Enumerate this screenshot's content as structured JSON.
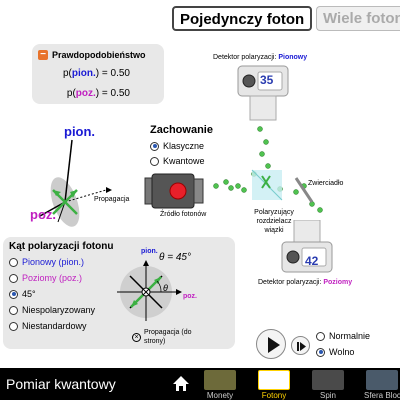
{
  "tabs": {
    "active": "Pojedynczy foton",
    "inactive": "Wiele fotonów"
  },
  "probability": {
    "header": "Prawdopodobieństwo",
    "vertical_prefix": "p(",
    "vertical_label": "pion.",
    "vertical_suffix": ") = 0.50",
    "horizontal_prefix": "p(",
    "horizontal_label": "poz.",
    "horizontal_suffix": ") = 0.50"
  },
  "axes": {
    "vertical": "pion.",
    "horizontal": "poz.",
    "propagation": "Propagacja"
  },
  "behavior": {
    "title": "Zachowanie",
    "options": [
      "Klasyczne",
      "Kwantowe"
    ],
    "selected": "Klasyczne"
  },
  "detector_top": {
    "label_prefix": "Detektor polaryzacji: ",
    "label_value": "Pionowy",
    "count": "35"
  },
  "detector_bottom": {
    "label_prefix": "Detektor polaryzacji: ",
    "label_value": "Poziomy",
    "count": "42"
  },
  "source_label": "Źródło fotonów",
  "splitter_label": "Polaryzujący rozdzielacz wiązki",
  "mirror_label": "Zwierciadło",
  "angle": {
    "title": "Kąt polaryzacji fotonu",
    "options": [
      "Pionowy (pion.)",
      "Poziomy (poz.)",
      "45°",
      "Niespolaryzowany",
      "Niestandardowy"
    ],
    "selected": "45°",
    "theta_readout": "θ = 45°",
    "theta": "θ",
    "diag_vertical": "pion.",
    "diag_horizontal": "poz.",
    "propagation": "Propagacja (do strony)"
  },
  "speed": {
    "options": [
      "Normalnie",
      "Wolno"
    ],
    "selected": "Wolno"
  },
  "app_title": "Pomiar kwantowy",
  "bottom_tabs": [
    "Monety",
    "Fotony",
    "Spin",
    "Sfera Blocha"
  ],
  "active_bottom_tab": "Fotony",
  "colors": {
    "accent": "#2a57b0",
    "vertical": "#1a1ad4",
    "horizontal": "#c020c0",
    "photon": "#4fc24f",
    "tab_active": "#ffd200"
  }
}
